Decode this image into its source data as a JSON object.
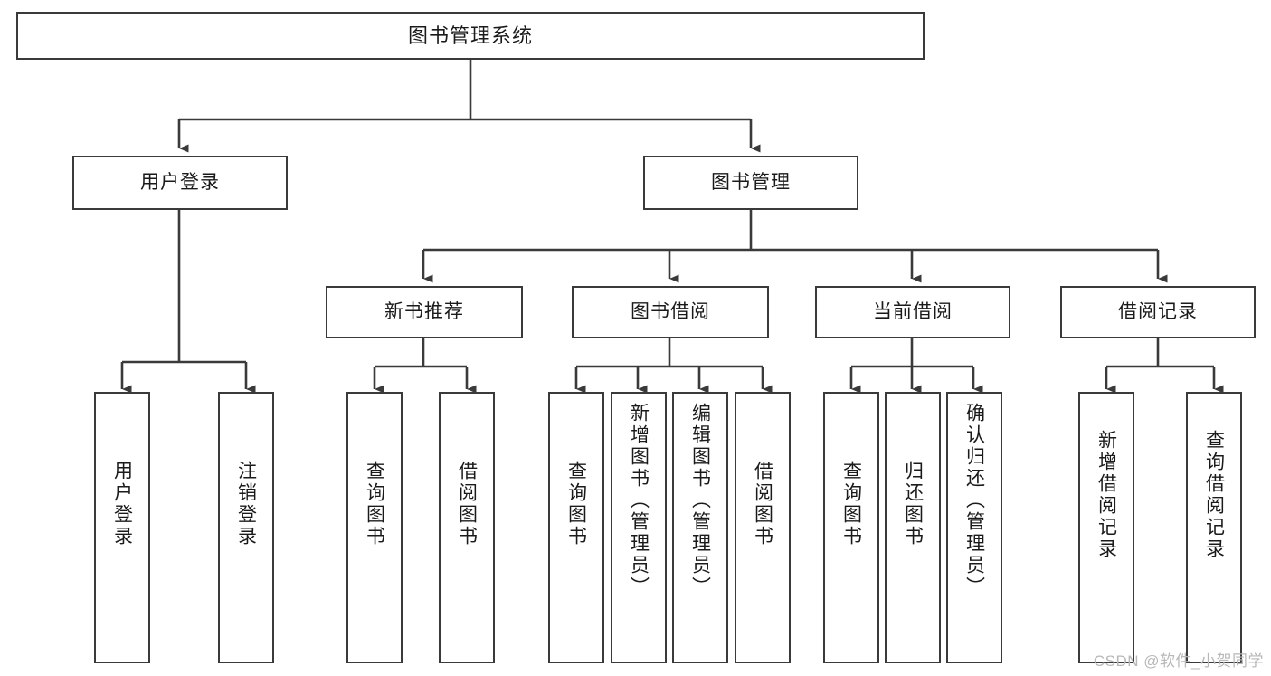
{
  "diagram": {
    "type": "tree",
    "title": "图书管理系统",
    "watermark": "CSDN @软件_小贺同学",
    "line_color": "#3a3a3a",
    "box_fill": "#ffffff",
    "text_color": "#1a1a1a",
    "nodes": {
      "root": {
        "label": "图书管理系统",
        "level": 1
      },
      "l2": [
        {
          "id": "user-login",
          "label": "用户登录",
          "level": 2
        },
        {
          "id": "book-manage",
          "label": "图书管理",
          "level": 2
        }
      ],
      "l3": [
        {
          "id": "new-book-recommend",
          "label": "新书推荐",
          "level": 3,
          "parent": "book-manage"
        },
        {
          "id": "book-borrow",
          "label": "图书借阅",
          "level": 3,
          "parent": "book-manage"
        },
        {
          "id": "current-borrow",
          "label": "当前借阅",
          "level": 3,
          "parent": "book-manage"
        },
        {
          "id": "borrow-record",
          "label": "借阅记录",
          "level": 3,
          "parent": "book-manage"
        }
      ],
      "leaves": [
        {
          "id": "leaf-user-login",
          "label": "用户登录",
          "parent": "user-login"
        },
        {
          "id": "leaf-logout-login",
          "label": "注销登录",
          "parent": "user-login"
        },
        {
          "id": "leaf-query-book-1",
          "label": "查询图书",
          "parent": "new-book-recommend"
        },
        {
          "id": "leaf-borrow-book-1",
          "label": "借阅图书",
          "parent": "new-book-recommend"
        },
        {
          "id": "leaf-query-book-2",
          "label": "查询图书",
          "parent": "book-borrow"
        },
        {
          "id": "leaf-add-book",
          "label": "新增图书（管理员）",
          "parent": "book-borrow"
        },
        {
          "id": "leaf-edit-book",
          "label": "编辑图书（管理员）",
          "parent": "book-borrow"
        },
        {
          "id": "leaf-borrow-book-2",
          "label": "借阅图书",
          "parent": "book-borrow"
        },
        {
          "id": "leaf-query-book-3",
          "label": "查询图书",
          "parent": "current-borrow"
        },
        {
          "id": "leaf-return-book",
          "label": "归还图书",
          "parent": "current-borrow"
        },
        {
          "id": "leaf-confirm-return",
          "label": "确认归还（管理员）",
          "parent": "current-borrow"
        },
        {
          "id": "leaf-add-record",
          "label": "新增借阅记录",
          "parent": "borrow-record"
        },
        {
          "id": "leaf-query-record",
          "label": "查询借阅记录",
          "parent": "borrow-record"
        }
      ]
    }
  }
}
